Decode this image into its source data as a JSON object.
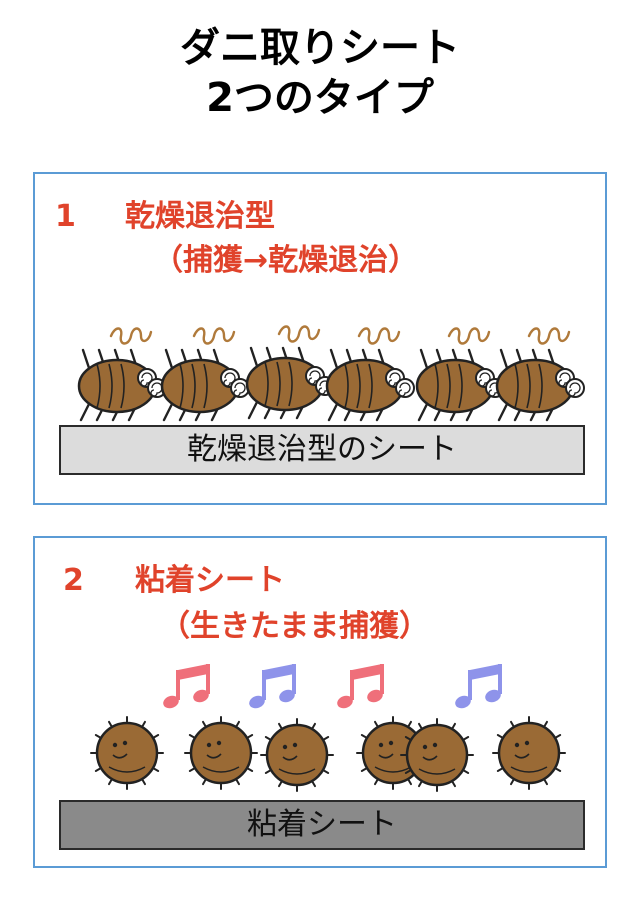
{
  "title": {
    "line1": "ダニ取りシート",
    "line2": "2つのタイプ"
  },
  "panel1": {
    "number": "1",
    "heading": "乾燥退治型",
    "subheading": "（捕獲→乾燥退治）",
    "sheet_label": "乾燥退治型のシート",
    "mites": [
      "dried-mite",
      "dried-mite",
      "dried-mite",
      "dried-mite",
      "dried-mite",
      "dried-mite"
    ]
  },
  "panel2": {
    "number": "2",
    "heading": "粘着シート",
    "subheading": "（生きたまま捕獲）",
    "sheet_label": "粘着シート",
    "notes": [
      "music-note-icon",
      "music-note-icon",
      "music-note-icon",
      "music-note-icon"
    ],
    "mites": [
      "live-mite",
      "live-mite",
      "live-mite",
      "live-mite",
      "live-mite",
      "live-mite"
    ]
  },
  "colors": {
    "heading": "#e0432b",
    "border": "#5b9bd5",
    "sheet1": "#dcdcdc",
    "sheet2": "#8a8a8a",
    "mite_body": "#9a6a35",
    "note_pink": "#ef6f7a",
    "note_blue": "#8e93ea"
  }
}
